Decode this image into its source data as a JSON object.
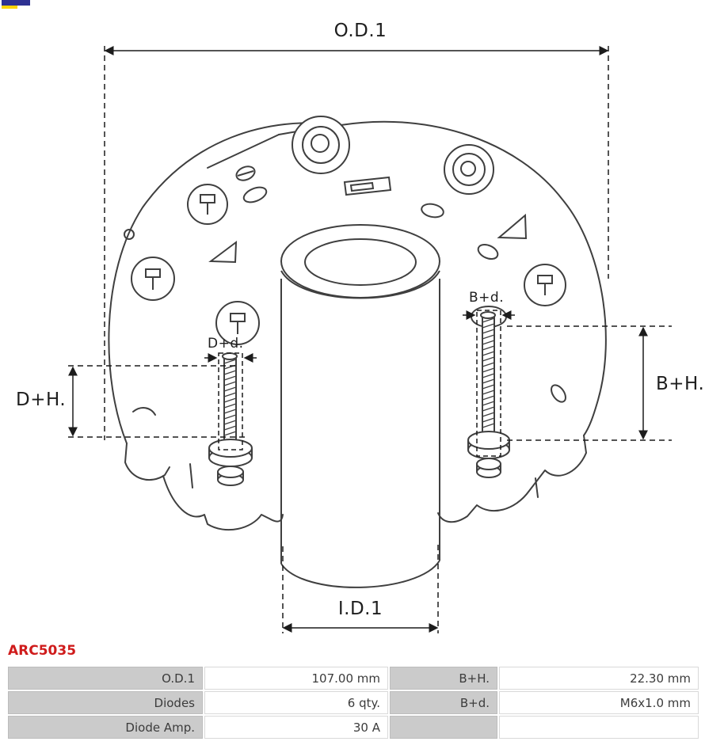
{
  "branding": {
    "logo_icon": "as-pl-logo-fragment",
    "logo_blue": "#2e3192",
    "logo_yellow": "#ffd400"
  },
  "part_number": "ARC5035",
  "part_number_color": "#cf1b1b",
  "diagram": {
    "drawing": "alternator-rectifier-line-drawing",
    "labels": {
      "od1": "O.D.1",
      "id1": "I.D.1",
      "dh": "D+H.",
      "bh": "B+H.",
      "dd": "D+d.",
      "bd": "B+d."
    }
  },
  "specs": {
    "rows": [
      {
        "label1": "O.D.1",
        "value1": "107.00 mm",
        "label2": "B+H.",
        "value2": "22.30 mm"
      },
      {
        "label1": "Diodes",
        "value1": "6 qty.",
        "label2": "B+d.",
        "value2": "M6x1.0 mm"
      },
      {
        "label1": "Diode Amp.",
        "value1": "30 A",
        "label2": "",
        "value2": ""
      }
    ]
  }
}
